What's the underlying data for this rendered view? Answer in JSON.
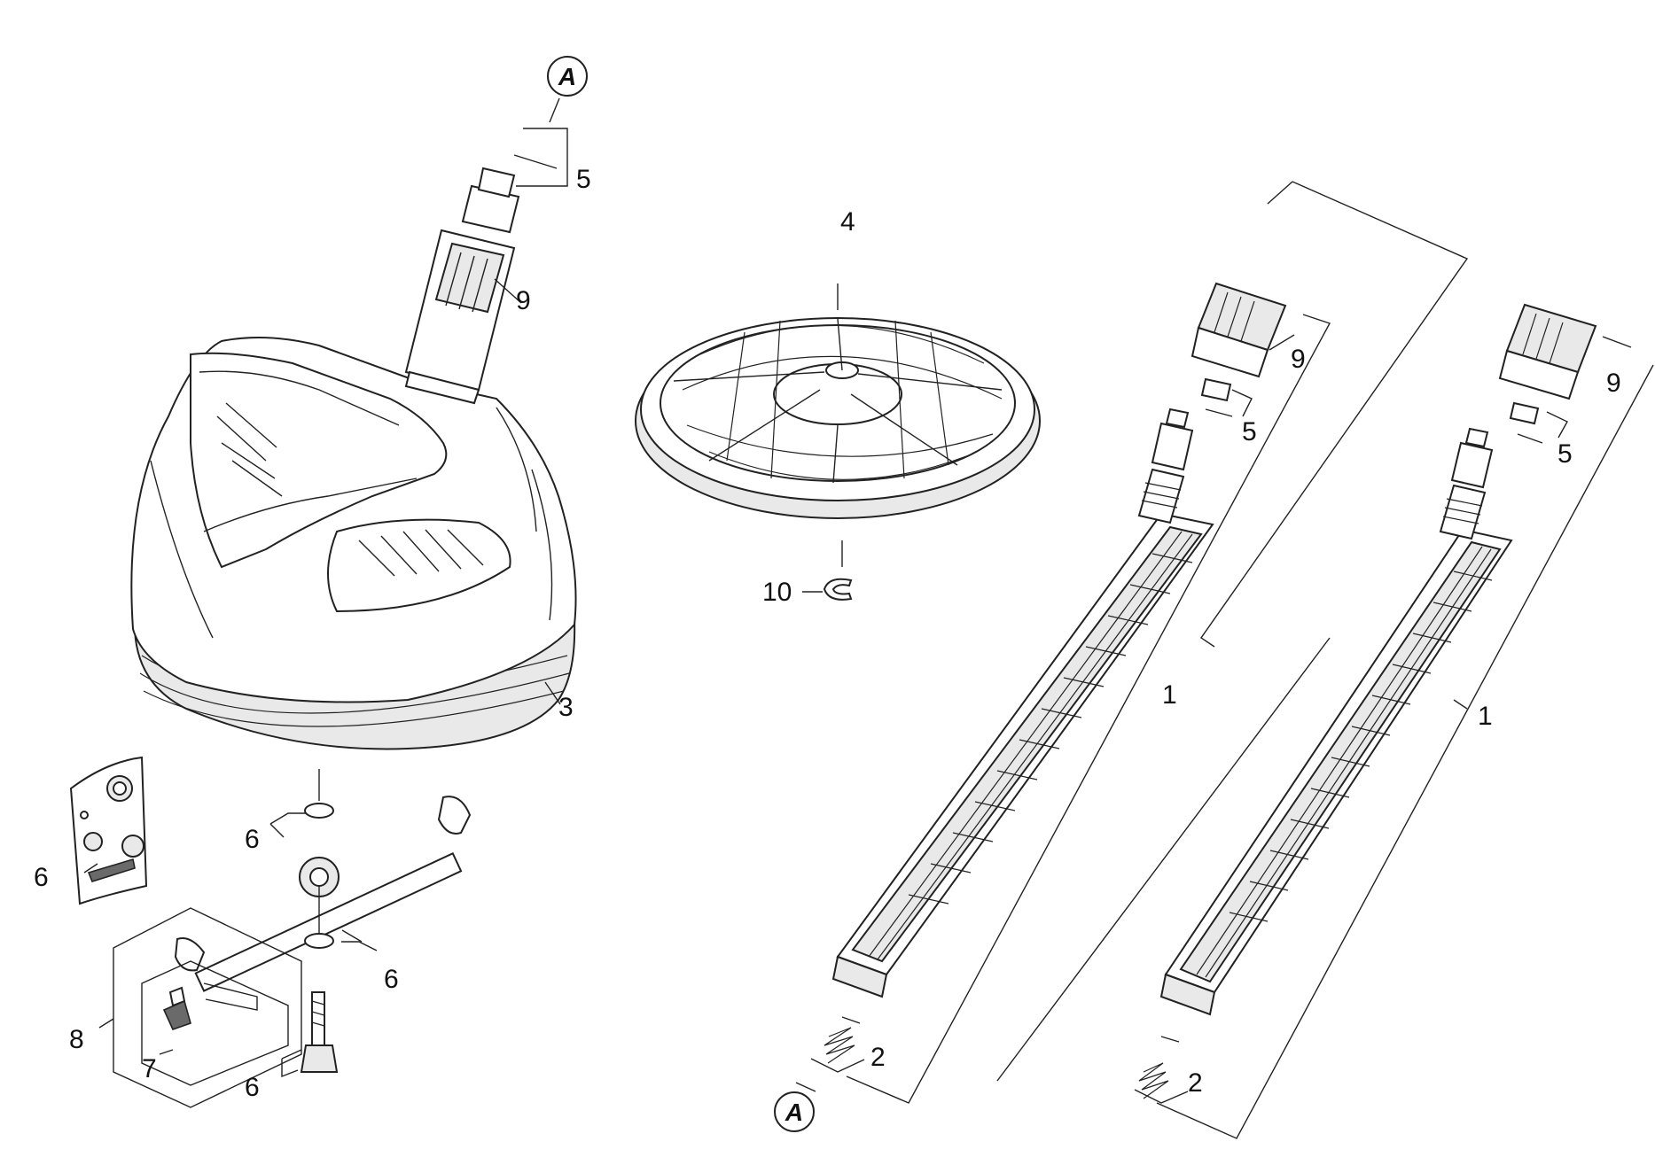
{
  "callouts": {
    "a_top": "A",
    "a_bottom": "A",
    "c5_left": "5",
    "c9_left": "9",
    "c3": "3",
    "c6_plate": "6",
    "c6_upper": "6",
    "c6_mid": "6",
    "c6_lower": "6",
    "c7": "7",
    "c8": "8",
    "c4": "4",
    "c10": "10",
    "c9_mid": "9",
    "c5_mid": "5",
    "c1_mid": "1",
    "c2_mid": "2",
    "c9_right": "9",
    "c5_right": "5",
    "c1_right": "1",
    "c2_right": "2"
  }
}
